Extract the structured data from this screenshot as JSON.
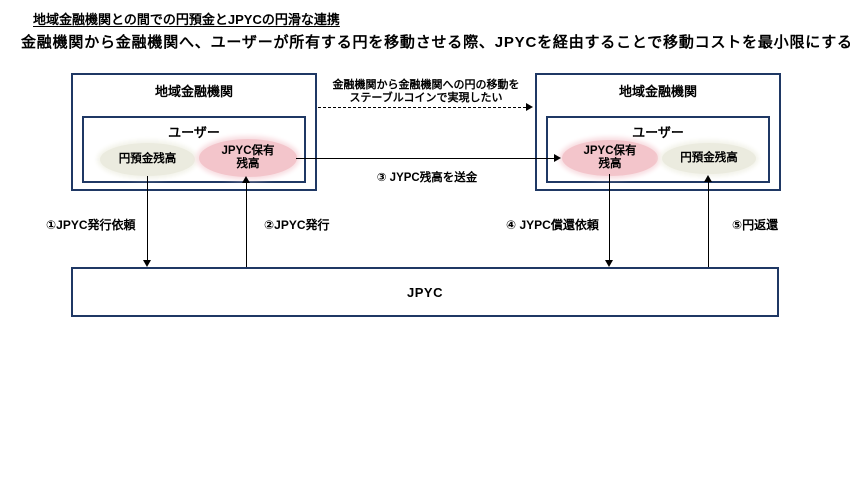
{
  "page": {
    "title": "地域金融機関との間での円預金とJPYCの円滑な連携",
    "subtitle": "金融機関から金融機関へ、ユーザーが所有する円を移動させる際、JPYCを経由することで移動コストを最小限にする"
  },
  "left_bank": {
    "title": "地域金融機関",
    "user": {
      "title": "ユーザー",
      "deposit_balance": "円預金残高",
      "jpyc_balance_line1": "JPYC保有",
      "jpyc_balance_line2": "残高"
    }
  },
  "right_bank": {
    "title": "地域金融機関",
    "user": {
      "title": "ユーザー",
      "deposit_balance": "円預金残高",
      "jpyc_balance_line1": "JPYC保有",
      "jpyc_balance_line2": "残高"
    }
  },
  "transfer_note": {
    "line1": "金融機関から金融機関への円の移動を",
    "line2": "ステーブルコインで実現したい"
  },
  "flows": {
    "issue_request": "①JPYC発行依頼",
    "issue": "②JPYC発行",
    "send": "③ JYPC残高を送金",
    "redeem_request": "④ JYPC償還依頼",
    "yen_return": "⑤円返還"
  },
  "jpyc_platform": {
    "label": "JPYC"
  },
  "colors": {
    "border_navy": "#1f3864",
    "ellipse_pink": "#f3c5cb",
    "ellipse_beige": "#ebebdf",
    "line_black": "#000000"
  }
}
